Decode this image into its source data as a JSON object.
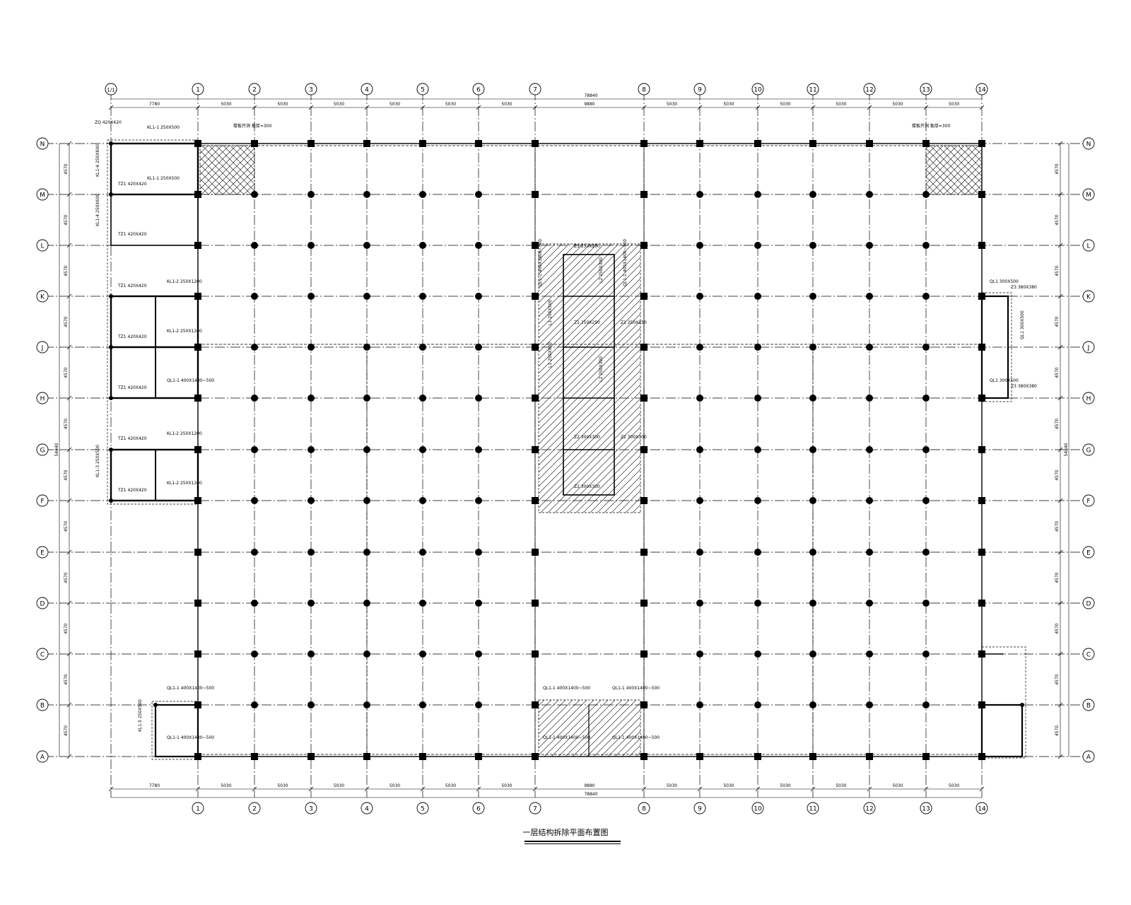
{
  "drawing": {
    "title": "一层结构拆除平面布置图",
    "col_axes": [
      "1/1",
      "1",
      "2",
      "3",
      "4",
      "5",
      "6",
      "7",
      "8",
      "9",
      "10",
      "11",
      "12",
      "13",
      "14"
    ],
    "row_axes": [
      "N",
      "M",
      "L",
      "K",
      "J",
      "H",
      "G",
      "F",
      "E",
      "D",
      "C",
      "B",
      "A"
    ],
    "top_dims": [
      "7780",
      "5030",
      "5030",
      "5030",
      "5030",
      "5030",
      "5030",
      "9880",
      "5030",
      "5030",
      "5030",
      "5030",
      "5030",
      "5030"
    ],
    "bottom_dims": [
      "7780",
      "5030",
      "5030",
      "5030",
      "5030",
      "5030",
      "5030",
      "9880",
      "5030",
      "5030",
      "5030",
      "5030",
      "5030",
      "5030"
    ],
    "overall_dim": "78840",
    "row_dims": [
      "4570",
      "4570",
      "4570",
      "4570",
      "4570",
      "4570",
      "4570",
      "4570",
      "4570",
      "4570",
      "4570",
      "4570"
    ],
    "overall_row_dim": "54840",
    "annotations": {
      "hatch_note_left": "楼板开洞 板厚=300",
      "hatch_note_right": "楼板开洞 板厚=300",
      "zq": "ZQ 420X420",
      "kl1_1": "KL1-1 250X500",
      "kl1_2": "KL1-2 250X1200",
      "kl1_3": "KL1-3 250X500",
      "kl1_4": "KL1-4 250X600",
      "kl1_5": "KL1-5 250X500",
      "tz1": "TZ1 420X420",
      "ql1_1": "QL1-1 400X1400~500",
      "ql1": "QL1 300X500",
      "z1": "Z1 250X250",
      "z2": "Z2 300X300",
      "z3": "Z3 380X380",
      "l1": "L1 250X500",
      "l2": "L2 250X300"
    }
  }
}
